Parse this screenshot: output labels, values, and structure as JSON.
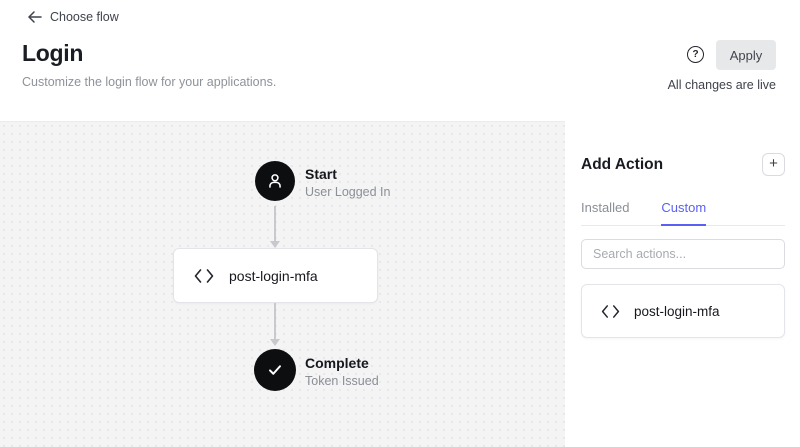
{
  "header": {
    "back_label": "Choose flow",
    "title": "Login",
    "subtitle": "Customize the login flow for your applications.",
    "help_label": "?",
    "apply_label": "Apply",
    "status_text": "All changes are live"
  },
  "flow": {
    "start": {
      "title": "Start",
      "subtitle": "User Logged In",
      "icon": "user-icon"
    },
    "action_node": {
      "label": "post-login-mfa",
      "icon": "code-icon"
    },
    "complete": {
      "title": "Complete",
      "subtitle": "Token Issued",
      "icon": "check-icon"
    }
  },
  "panel": {
    "title": "Add Action",
    "add_button_label": "+",
    "tabs": [
      {
        "label": "Installed",
        "active": false
      },
      {
        "label": "Custom",
        "active": true
      }
    ],
    "search_placeholder": "Search actions...",
    "actions": [
      {
        "label": "post-login-mfa",
        "icon": "code-icon"
      }
    ]
  },
  "colors": {
    "accent_tab": "#5a61f2",
    "node_fill": "#0d0e10",
    "canvas_bg": "#f4f4f5",
    "apply_bg": "#e7e8ea",
    "edge": "#c7c9cc"
  }
}
